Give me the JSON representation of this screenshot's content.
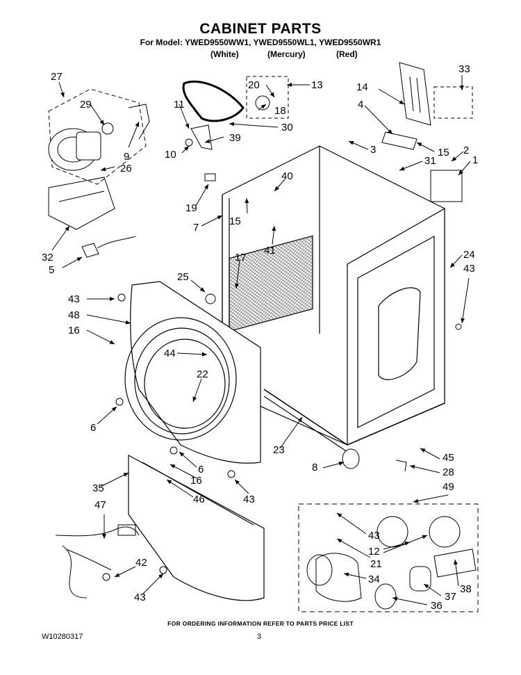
{
  "header": {
    "title": "CABINET PARTS",
    "model_line": "For Model: YWED9550WW1, YWED9550WL1, YWED9550WR1",
    "colors": [
      "(White)",
      "(Mercury)",
      "(Red)"
    ]
  },
  "footer": {
    "ordering_note": "FOR ORDERING INFORMATION REFER TO PARTS PRICE LIST",
    "document_id": "W10280317",
    "page_number": "3"
  },
  "callouts": [
    "27",
    "29",
    "9",
    "26",
    "32",
    "5",
    "11",
    "10",
    "39",
    "30",
    "20",
    "18",
    "13",
    "14",
    "4",
    "33",
    "3",
    "15",
    "2",
    "1",
    "31",
    "19",
    "7",
    "40",
    "15",
    "41",
    "17",
    "25",
    "43",
    "48",
    "16",
    "44",
    "22",
    "6",
    "6",
    "16",
    "35",
    "46",
    "47",
    "42",
    "43",
    "43",
    "23",
    "8",
    "45",
    "28",
    "24",
    "43",
    "49",
    "43",
    "12",
    "21",
    "34",
    "38",
    "37",
    "36"
  ]
}
